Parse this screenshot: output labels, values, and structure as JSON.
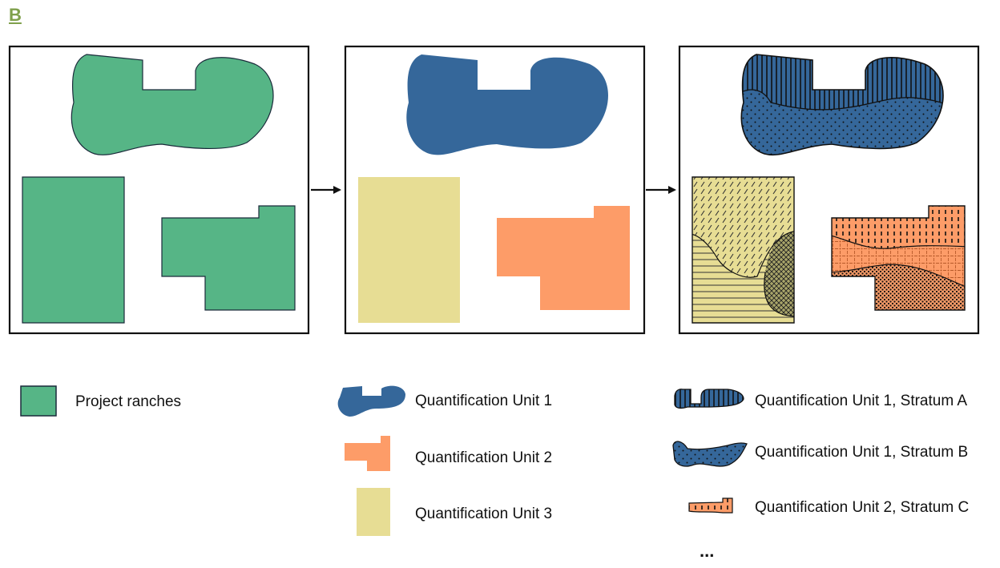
{
  "panel_label": "B",
  "colors": {
    "ranch_green": "#56b586",
    "qu1_blue": "#35679a",
    "qu2_orange": "#fd9c68",
    "qu3_yellow": "#e7dd94",
    "outline": "#1a2a3a",
    "frame": "#111111"
  },
  "legend": {
    "ranches": "Project ranches",
    "qu1": "Quantification Unit 1",
    "qu2": "Quantification Unit 2",
    "qu3": "Quantification Unit 3",
    "stratum_a": "Quantification Unit 1, Stratum A",
    "stratum_b": "Quantification Unit 1, Stratum B",
    "stratum_c": "Quantification Unit 2, Stratum C",
    "more": "..."
  }
}
